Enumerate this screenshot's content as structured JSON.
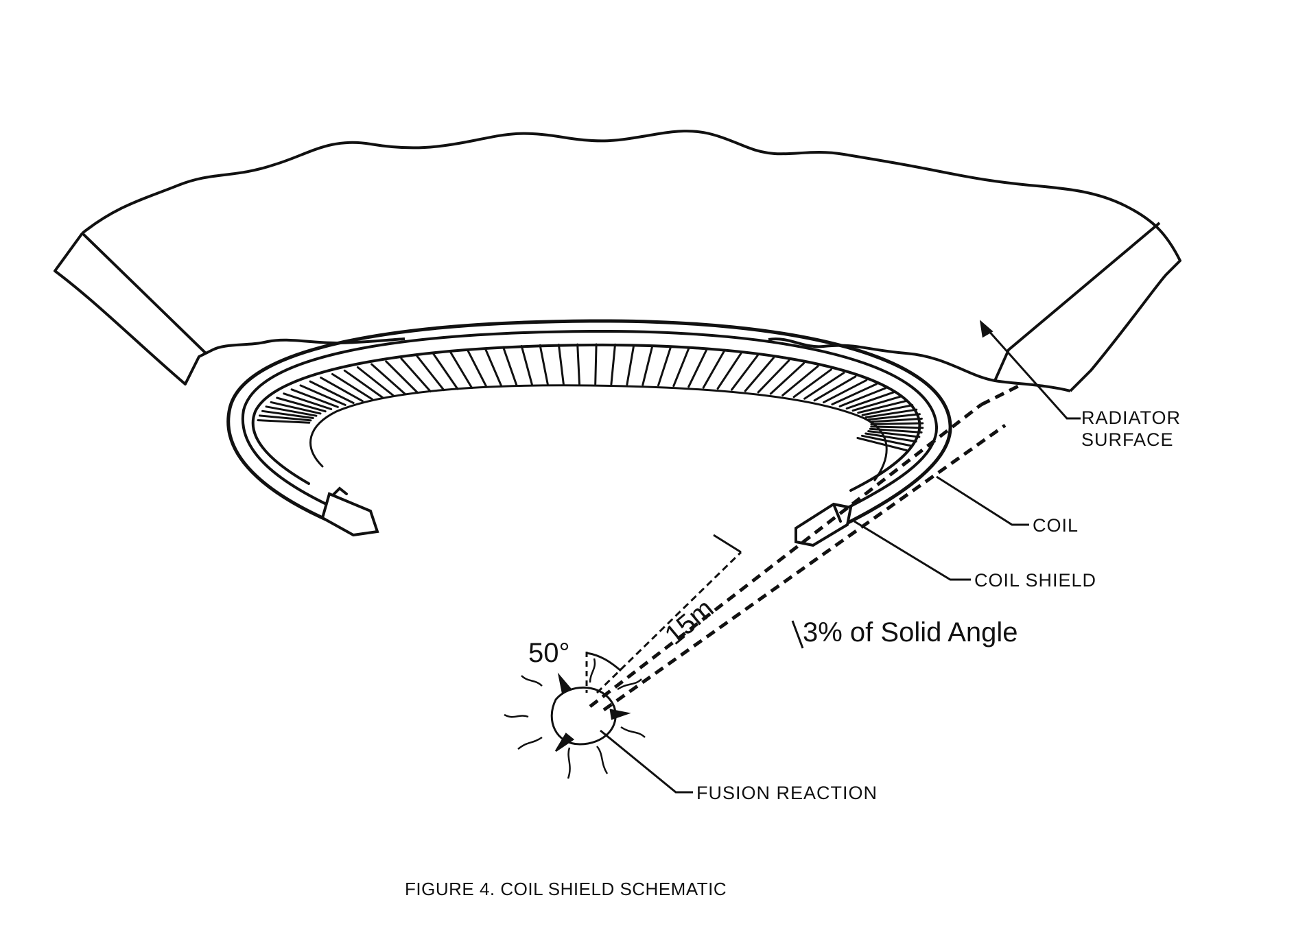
{
  "labels": {
    "radiator_line1": "RADIATOR",
    "radiator_line2": "SURFACE",
    "coil": "COIL",
    "coil_shield": "COIL SHIELD",
    "solid_angle": "3% of Solid Angle",
    "distance": "15m",
    "angle": "50°",
    "fusion_reaction": "FUSION REACTION"
  },
  "caption": "FIGURE 4.  COIL SHIELD SCHEMATIC",
  "colors": {
    "ink": "#111111",
    "paper": "#ffffff"
  }
}
